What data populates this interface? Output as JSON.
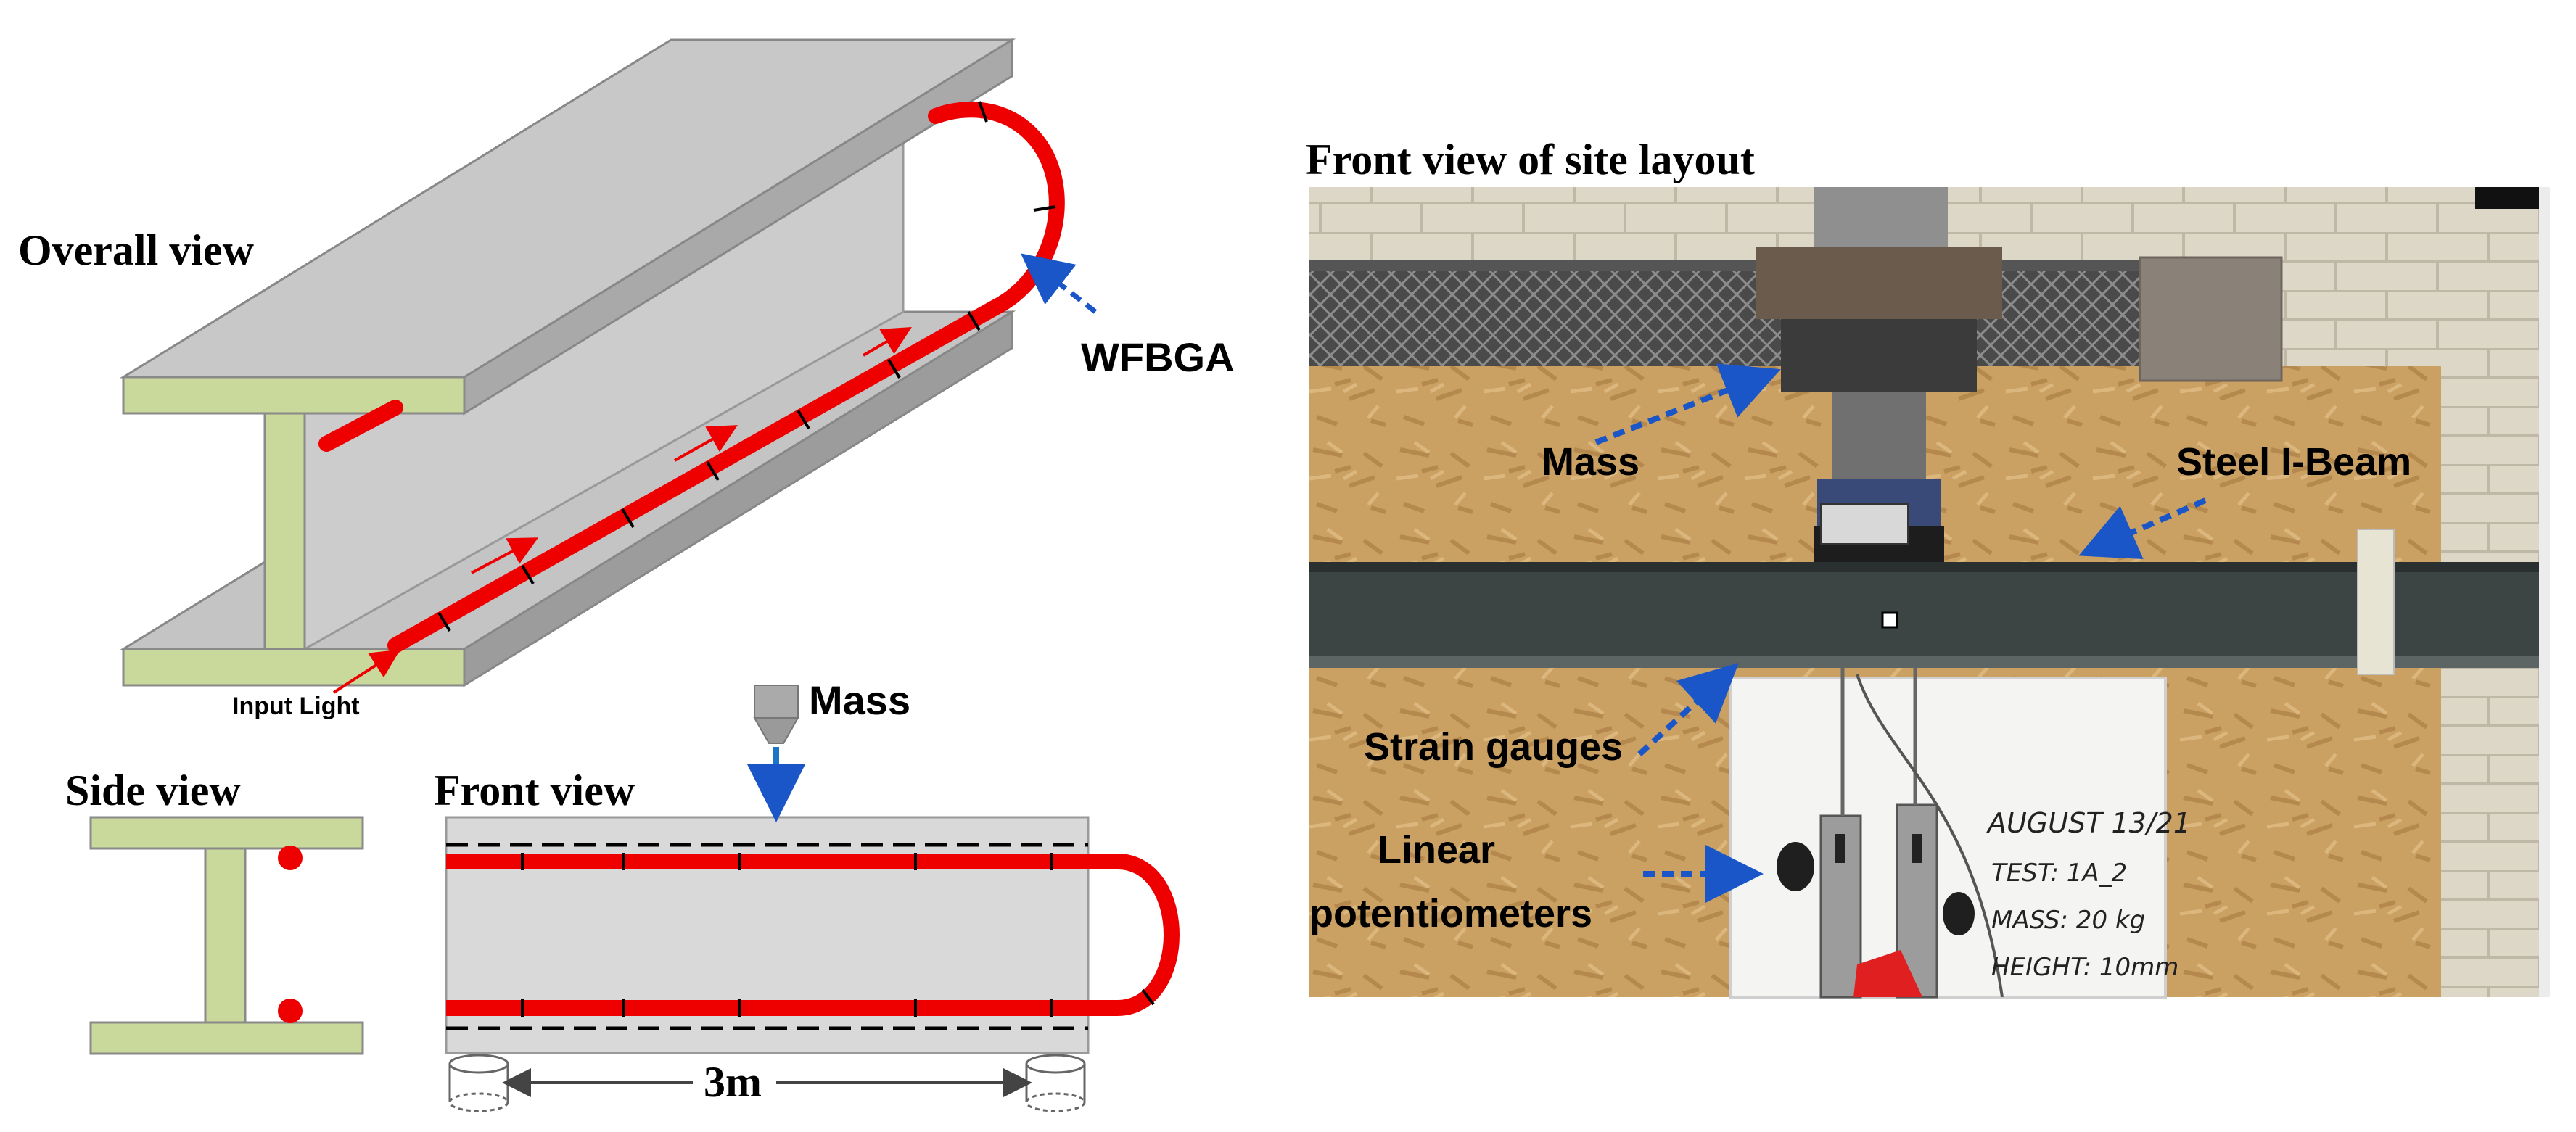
{
  "left_panel": {
    "overall_view_title": "Overall view",
    "wfbga_label": "WFBGA",
    "input_light_label": "Input Light",
    "side_view_title": "Side view",
    "front_view_title": "Front view",
    "mass_label": "Mass",
    "span_label": "3m"
  },
  "right_panel": {
    "title": "Front view of site layout",
    "labels": {
      "mass": "Mass",
      "steel_ibeam": "Steel I-Beam",
      "strain_gauges": "Strain gauges",
      "linear_line1": "Linear",
      "linear_line2": "potentiometers"
    },
    "whiteboard": {
      "line1": "AUGUST 13/21",
      "line2": "TEST: 1A_2",
      "line3": "MASS: 20 kg",
      "line4": "HEIGHT: 10mm"
    }
  },
  "colors": {
    "fiber": "#ee0000",
    "flange": "#c9d89b",
    "steel_gray": "#c2c2c2",
    "arrow_blue": "#1a56c8",
    "osb": "#c99a5a",
    "beam_dark": "#3d4444"
  }
}
